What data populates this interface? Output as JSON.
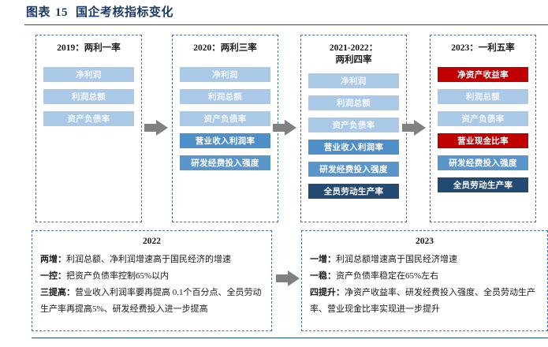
{
  "header": {
    "figure_label": "图表",
    "figure_number": "15",
    "title": "国企考核指标变化"
  },
  "columns": [
    {
      "title_lines": [
        "2019：两利一率"
      ],
      "items": [
        {
          "label": "净利润",
          "level": "light"
        },
        {
          "label": "利润总额",
          "level": "light"
        },
        {
          "label": "资产负债率",
          "level": "light"
        }
      ]
    },
    {
      "title_lines": [
        "2020：两利三率"
      ],
      "items": [
        {
          "label": "净利润",
          "level": "light"
        },
        {
          "label": "利润总额",
          "level": "light"
        },
        {
          "label": "资产负债率",
          "level": "light"
        },
        {
          "label": "营业收入利润率",
          "level": "mid"
        },
        {
          "label": "研发经费投入强度",
          "level": "mid2"
        }
      ]
    },
    {
      "title_lines": [
        "2021-2022：",
        "两利四率"
      ],
      "items": [
        {
          "label": "净利润",
          "level": "light"
        },
        {
          "label": "利润总额",
          "level": "light"
        },
        {
          "label": "资产负债率",
          "level": "light"
        },
        {
          "label": "营业收入利润率",
          "level": "mid"
        },
        {
          "label": "研发经费投入强度",
          "level": "mid2"
        },
        {
          "label": "全员劳动生产率",
          "level": "dark"
        }
      ]
    },
    {
      "title_lines": [
        "2023：一利五率"
      ],
      "items": [
        {
          "label": "净资产收益率",
          "level": "red"
        },
        {
          "label": "利润总额",
          "level": "light"
        },
        {
          "label": "资产负债率",
          "level": "light"
        },
        {
          "label": "营业现金比率",
          "level": "red"
        },
        {
          "label": "研发经费投入强度",
          "level": "mid2"
        },
        {
          "label": "全员劳动生产率",
          "level": "dark"
        }
      ]
    }
  ],
  "panels": [
    {
      "title": "2022",
      "lines": [
        {
          "label": "两增：",
          "text": "利润总额、净利润增速高于国民经济的增速"
        },
        {
          "label": "一控：",
          "text": "把资产负债率控制65%以内"
        },
        {
          "label": "三提高：",
          "text": "营业收入利润率要再提高 0.1个百分点、全员劳动生产率再提高5%、研发经费投入进一步提高"
        }
      ]
    },
    {
      "title": "2023",
      "lines": [
        {
          "label": "一增：",
          "text": "利润总额增速高于国民经济增速"
        },
        {
          "label": "一稳：",
          "text": "资产负债率稳定在65%左右"
        },
        {
          "label": "四提升：",
          "text": "净资产收益率、研发经费投入强度、全员劳动生产率、营业现金比率实现进一步提升"
        }
      ]
    }
  ],
  "colors": {
    "accent": "#1f4e79",
    "light_blue": "#a9c9e7",
    "mid_blue": "#4f8fc9",
    "dark_navy": "#234a72",
    "red": "#c00000",
    "arrow_gray": "#808080",
    "dashed_border": "#4472a8"
  },
  "arrows": [
    {
      "name": "arrow-2019-to-2020"
    },
    {
      "name": "arrow-2020-to-2021"
    },
    {
      "name": "arrow-2021-to-2023"
    },
    {
      "name": "arrow-2022-panel-to-2023-panel"
    }
  ]
}
